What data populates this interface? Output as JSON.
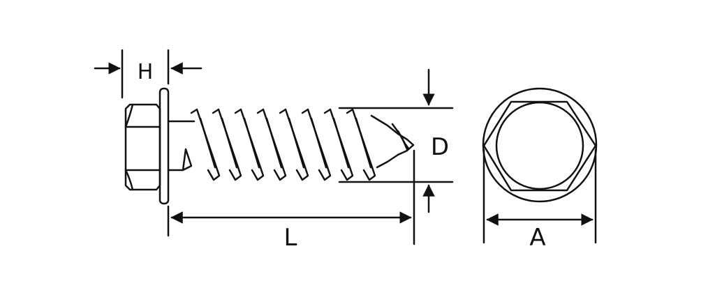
{
  "labels": {
    "head_height": "H",
    "diameter": "D",
    "length": "L",
    "across_flats": "A"
  },
  "colors": {
    "stroke": "#111111",
    "background": "#ffffff"
  }
}
